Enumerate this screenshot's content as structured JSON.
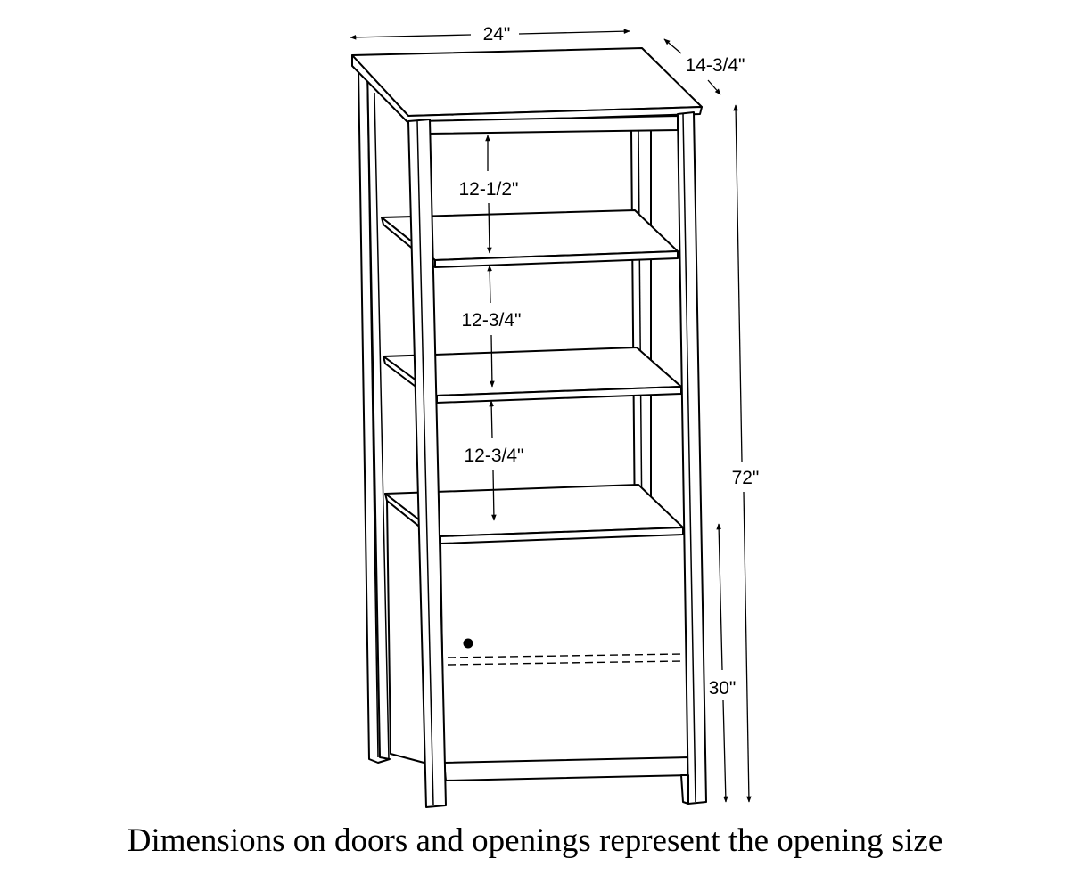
{
  "dimensions": {
    "width": "24\"",
    "depth": "14-3/4\"",
    "height": "72\"",
    "cabinet_height": "30\"",
    "opening_1": "12-1/2\"",
    "opening_2": "12-3/4\"",
    "opening_3": "12-3/4\""
  },
  "caption": "Dimensions on doors and openings represent the opening size"
}
